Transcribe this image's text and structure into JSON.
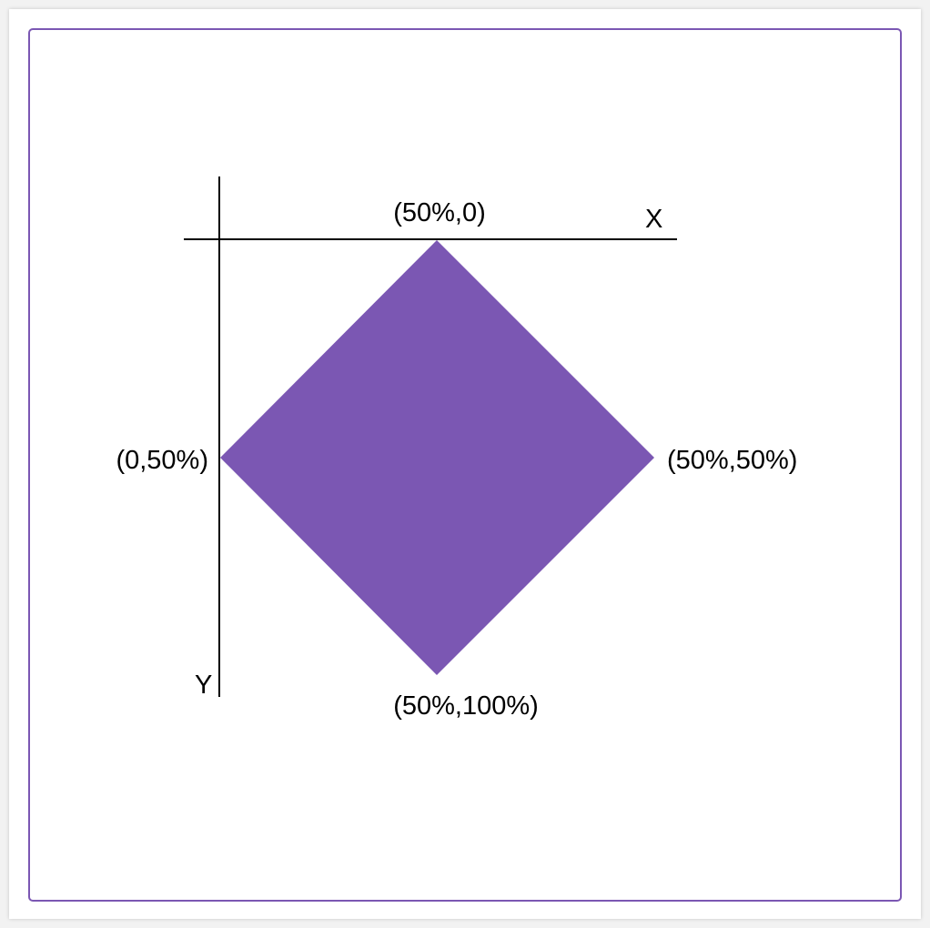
{
  "diagram": {
    "shape_color": "#7b57b3",
    "frame_color": "#7b57b3",
    "axis_x_label": "X",
    "axis_y_label": "Y",
    "points": {
      "top": "(50%,0)",
      "right": "(50%,50%)",
      "bottom": "(50%,100%)",
      "left": "(0,50%)"
    }
  }
}
